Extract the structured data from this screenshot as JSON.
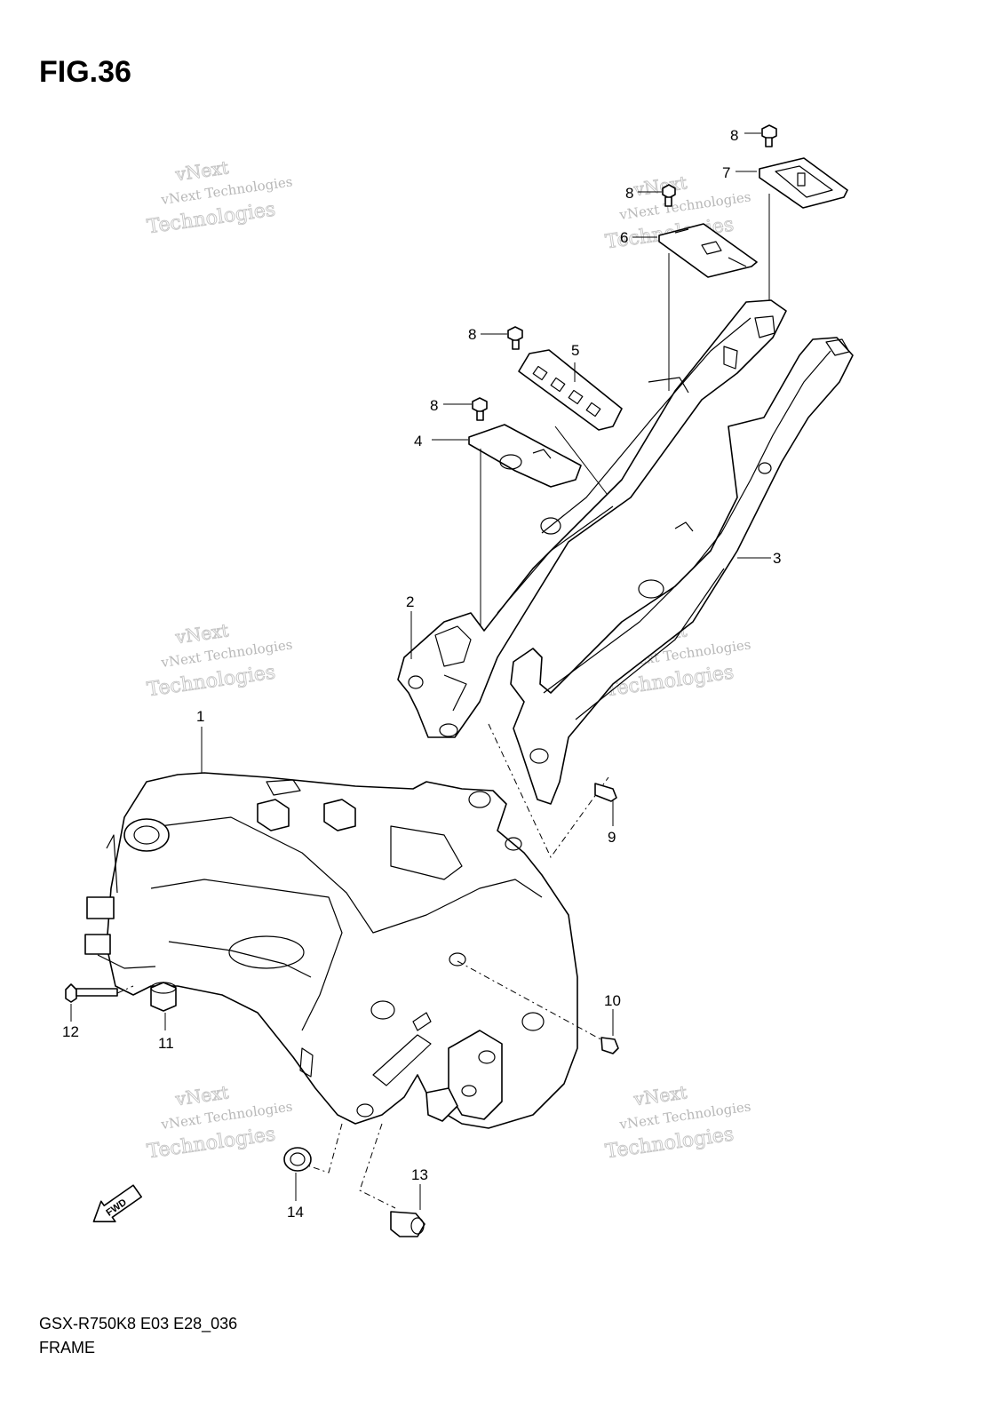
{
  "figure": {
    "title": "FIG.36"
  },
  "footer": {
    "code": "GSX-R750K8 E03 E28_036",
    "name": "FRAME"
  },
  "direction_marker": {
    "label": "FWD"
  },
  "watermark": {
    "line0": "vNext",
    "line1": "vNext Technologies",
    "line2": "Technologies"
  },
  "callouts": [
    "1",
    "2",
    "3",
    "4",
    "5",
    "6",
    "7",
    "8",
    "8",
    "8",
    "8",
    "9",
    "10",
    "11",
    "12",
    "13",
    "14"
  ],
  "parts": {
    "p1": "1",
    "p2": "2",
    "p3": "3",
    "p4": "4",
    "p5": "5",
    "p6": "6",
    "p7": "7",
    "p8a": "8",
    "p8b": "8",
    "p8c": "8",
    "p8d": "8",
    "p9": "9",
    "p10": "10",
    "p11": "11",
    "p12": "12",
    "p13": "13",
    "p14": "14"
  }
}
